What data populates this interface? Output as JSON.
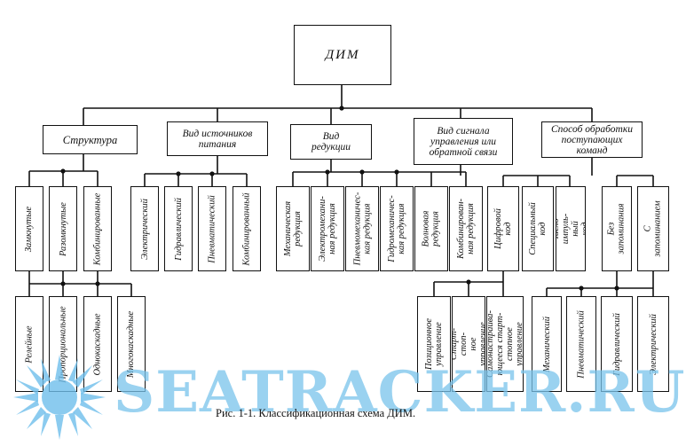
{
  "root": {
    "label": "ДИМ"
  },
  "categories": [
    {
      "label": "Структура"
    },
    {
      "label": "Вид источников\nпитания"
    },
    {
      "label": "Вид\nредукции"
    },
    {
      "label": "Вид сигнала\nуправления или\nобратной связи"
    },
    {
      "label": "Способ обработки\nпоступающих команд"
    }
  ],
  "structure_items": [
    {
      "label": "Замкнутые"
    },
    {
      "label": "Разомкнутые"
    },
    {
      "label": "Комбинированные"
    }
  ],
  "structure_sub": [
    {
      "label": "Релейные"
    },
    {
      "label": "Пропорциональные"
    },
    {
      "label": "Однокаскадные"
    },
    {
      "label": "Многокаскадные"
    }
  ],
  "power_items": [
    {
      "label": "Электрический"
    },
    {
      "label": "Гидравлический"
    },
    {
      "label": "Пневматический"
    },
    {
      "label": "Комбинированный"
    }
  ],
  "reduction_items": [
    {
      "label": "Механическая\nредукция"
    },
    {
      "label": "Электромехани-\nная редукция"
    },
    {
      "label": "Пневмомеханичес-\nкая редукция"
    },
    {
      "label": "Гидромеханичес-\nкая редукция"
    },
    {
      "label": "Волновая\nредукция"
    },
    {
      "label": "Комбинирован-\nная редукция"
    }
  ],
  "signal_items": [
    {
      "label": "Цифровой код"
    },
    {
      "label": "Специальный код"
    },
    {
      "label": "Число-импуль-\nный код"
    }
  ],
  "signal_sub": [
    {
      "label": "Позиционное\nуправление"
    },
    {
      "label": "Старт-стоп-\nное управление"
    },
    {
      "label": "Самонастраива-\nющееся старт-\nстопное управление"
    }
  ],
  "processing_items": [
    {
      "label": "Без запоминания"
    },
    {
      "label": "С запоминанием"
    }
  ],
  "processing_sub": [
    {
      "label": "Механический"
    },
    {
      "label": "Пневматический"
    },
    {
      "label": "Гидравлический"
    },
    {
      "label": "Электрический"
    }
  ],
  "caption": "Рис. 1-1. Классификационная схема ДИМ.",
  "watermark": "SEATRACKER.RU",
  "colors": {
    "ink": "#111111",
    "watermark": "#7cc3eb"
  }
}
